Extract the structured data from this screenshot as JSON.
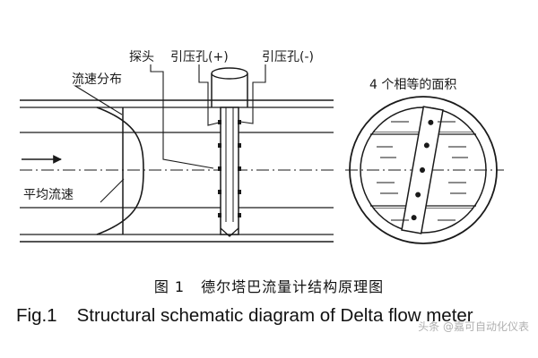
{
  "diagram": {
    "labels": {
      "probe": "探头",
      "pressure_port_plus": "引压孔(+)",
      "pressure_port_minus": "引压孔(-)",
      "velocity_distribution": "流速分布",
      "average_velocity": "平均流速",
      "equal_areas": "4 个相等的面积"
    }
  },
  "caption": {
    "cn_number": "图 1",
    "cn_title": "德尔塔巴流量计结构原理图",
    "en_number": "Fig.1",
    "en_title": "Structural schematic diagram of Delta flow meter"
  },
  "watermark": {
    "text": "头条 @嘉可自动化仪表"
  },
  "colors": {
    "line": "#1a1a1a",
    "background": "#ffffff"
  }
}
